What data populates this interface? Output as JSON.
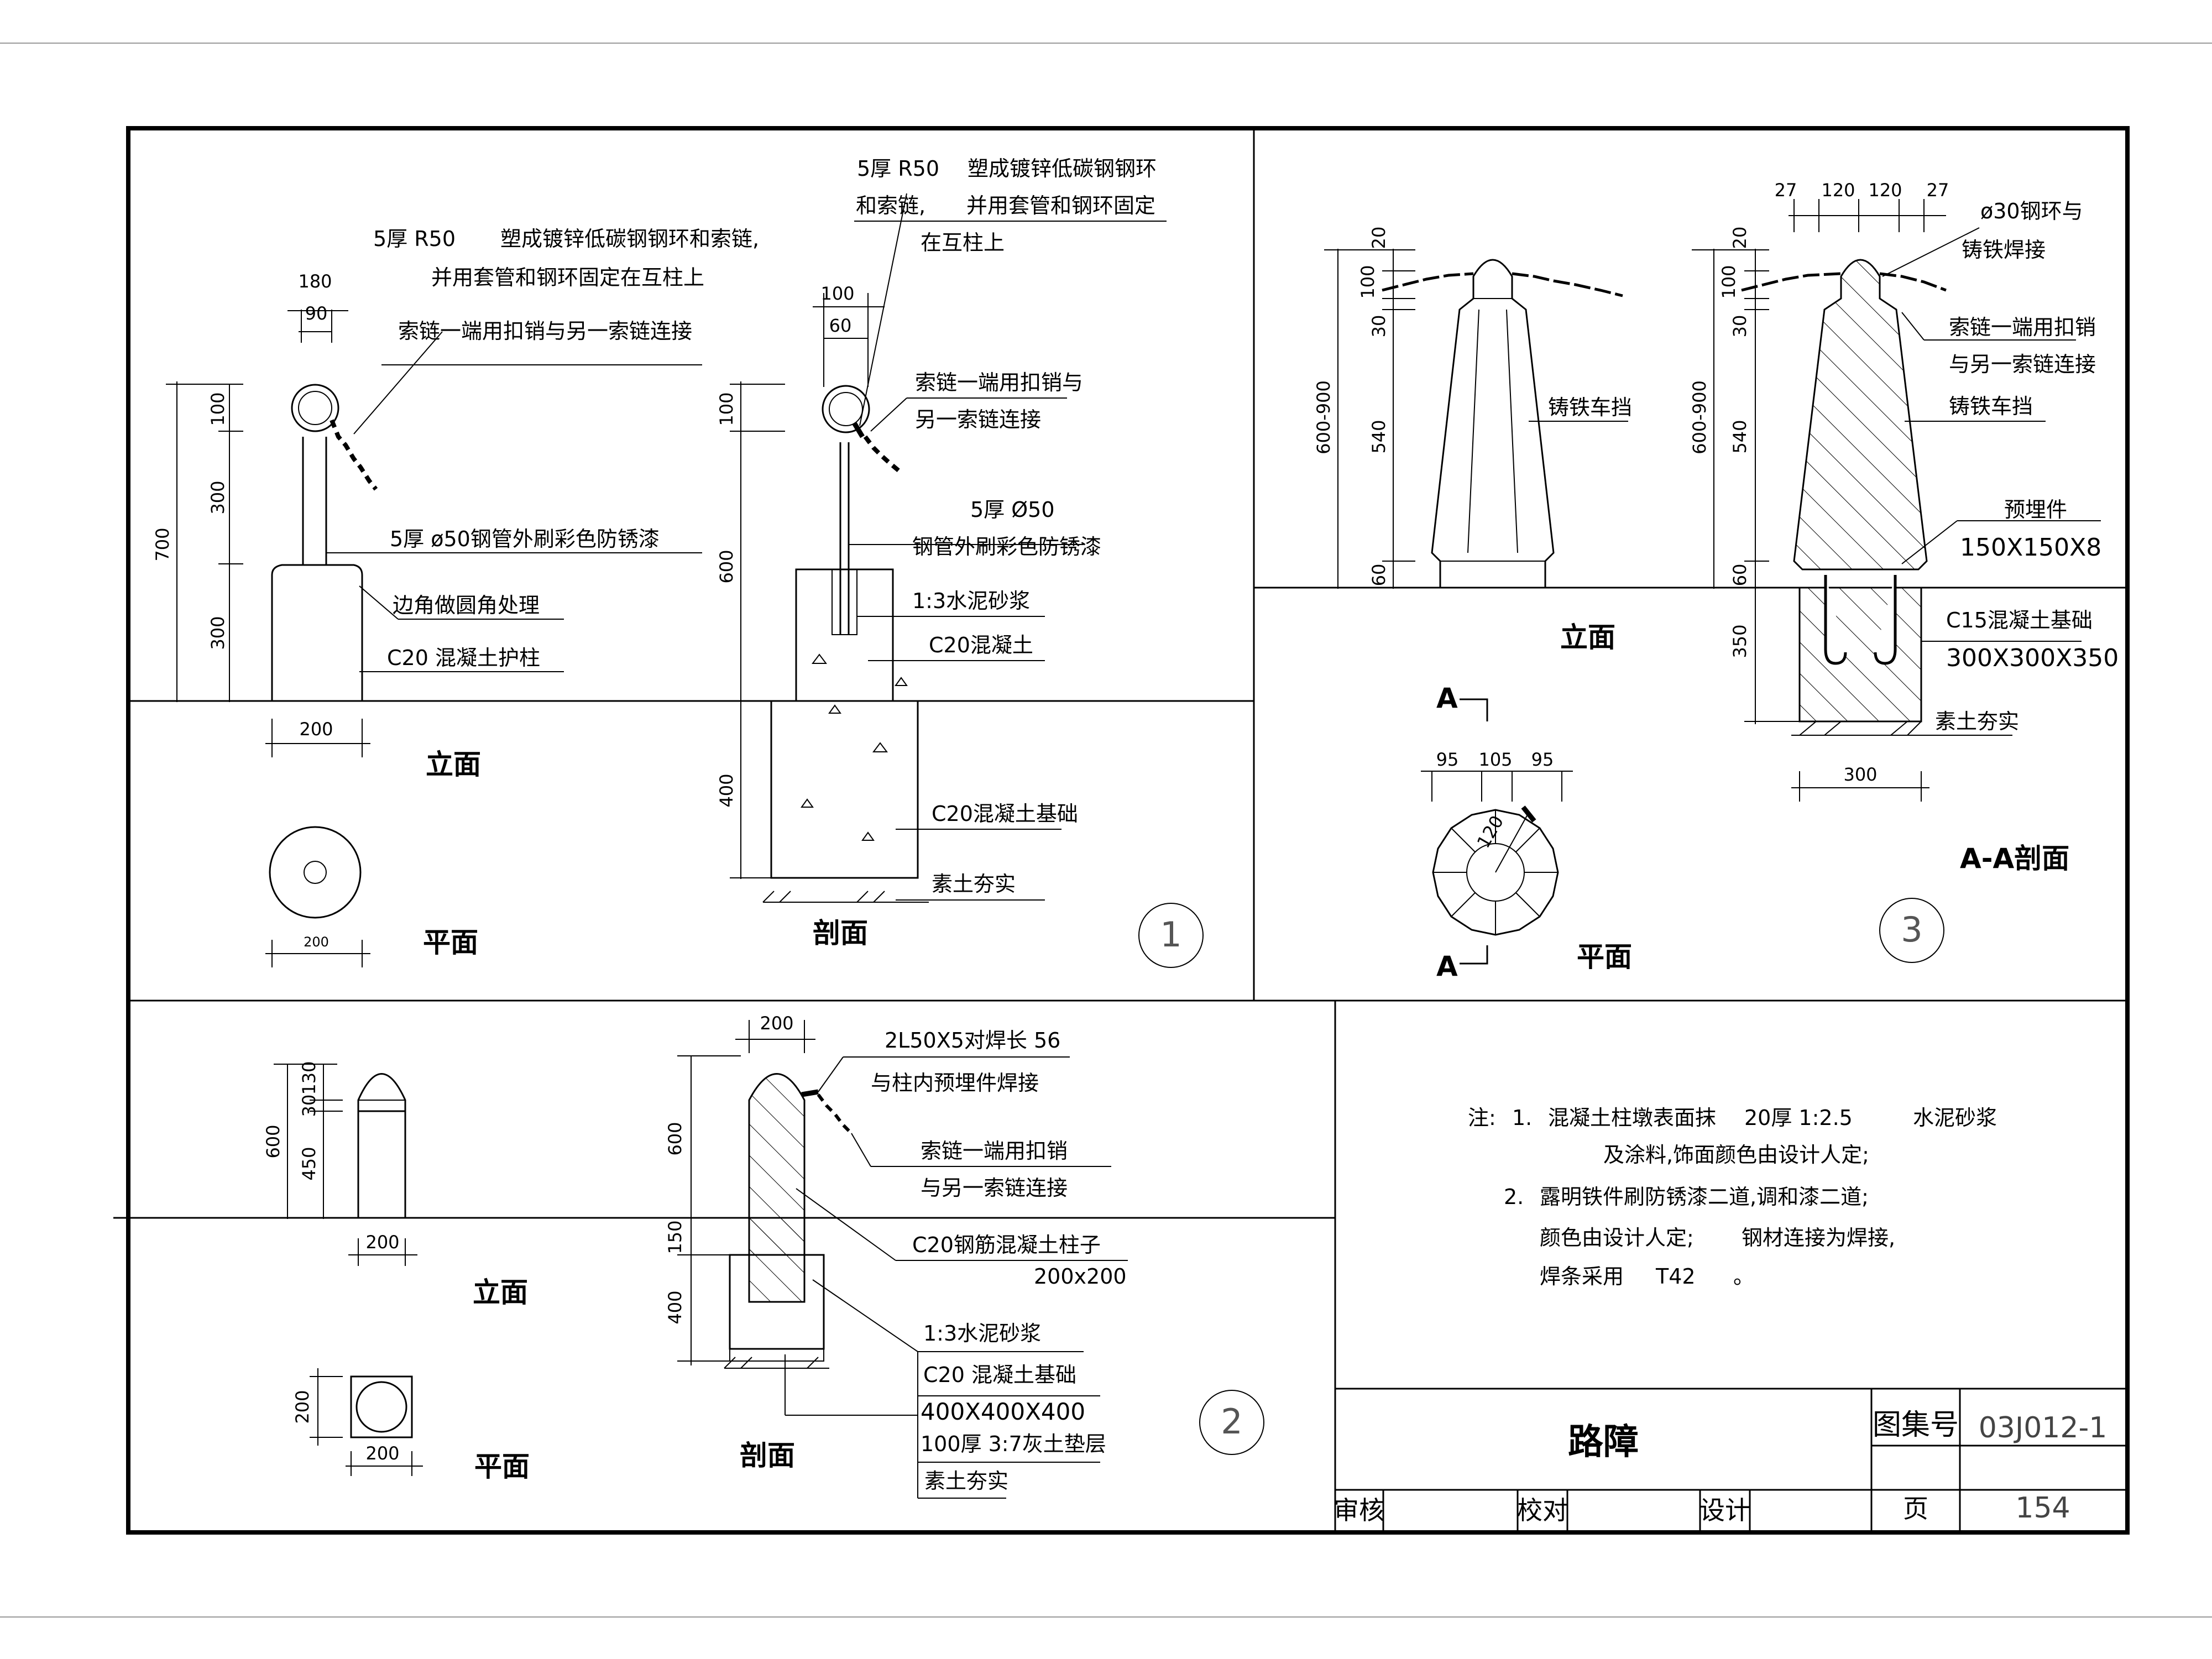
{
  "sheet": {
    "title": "路障",
    "atlas_label": "图集号",
    "atlas_no": "03J012-1",
    "page_label": "页",
    "page_no": "154",
    "review_label": "审核",
    "check_label": "校对",
    "design_label": "设计"
  },
  "notes": {
    "prefix": "注:",
    "n1": "1.",
    "line1": "混凝土柱墩表面抹",
    "line1b": "20厚 1:2.5",
    "line1c": "水泥砂浆",
    "line2": "及涂料,饰面颜色由设计人定;",
    "n2": "2.",
    "line3": "露明铁件刷防锈漆二道,调和漆二道;",
    "line4a": "颜色由设计人定;",
    "line4b": "钢材连接为焊接,",
    "line5a": "焊条采用",
    "line5b": "T42",
    "line5c": "。"
  },
  "d1": {
    "number": "1",
    "elev_label": "立面",
    "plan_label": "平面",
    "sect_label": "剖面",
    "e_n1a": "5厚 R50",
    "e_n1b": "塑成镀锌低碳钢钢环和索链,",
    "e_n1c": "并用套管和钢环固定在互柱上",
    "e_n2": "索链一端用扣销与另一索链连接",
    "e_n3": "5厚 ø50钢管外刷彩色防锈漆",
    "e_n4": "边角做圆角处理",
    "e_n5": "C20 混凝土护柱",
    "e_d180": "180",
    "e_d90": "90",
    "e_d100": "100",
    "e_d300a": "300",
    "e_d300b": "300",
    "e_d700": "700",
    "e_d200": "200",
    "p_d200": "200",
    "s_n1a": "5厚 R50",
    "s_n1b": "塑成镀锌低碳钢钢环",
    "s_n1c": "和索链,",
    "s_n1d": "并用套管和钢环固定",
    "s_n1e": "在互柱上",
    "s_n2a": "索链一端用扣销与",
    "s_n2b": "另一索链连接",
    "s_n3a": "5厚 Ø50",
    "s_n3b": "钢管外刷彩色防锈漆",
    "s_n4": "1:3水泥砂浆",
    "s_n5": "C20混凝土",
    "s_n6": "C20混凝土基础",
    "s_n7": "素土夯实",
    "s_d100": "100",
    "s_d60": "60",
    "s_d100b": "100",
    "s_d600": "600",
    "s_d400": "400"
  },
  "d2": {
    "number": "2",
    "elev_label": "立面",
    "plan_label": "平面",
    "sect_label": "剖面",
    "e_d130": "130",
    "e_d30": "30",
    "e_d450": "450",
    "e_d600": "600",
    "e_d200": "200",
    "p_d200a": "200",
    "p_d200b": "200",
    "s_d200": "200",
    "s_d600": "600",
    "s_d150": "150",
    "s_d400": "400",
    "s_n1a": "2L50X5对焊长",
    "s_n1b": "56",
    "s_n1c": "与柱内预埋件焊接",
    "s_n2a": "索链一端用扣销",
    "s_n2b": "与另一索链连接",
    "s_n3a": "C20钢筋混凝土柱子",
    "s_n3b": "200x200",
    "s_n4": "1:3水泥砂浆",
    "s_n5a": "C20 混凝土基础",
    "s_n5b": "400X400X400",
    "s_n6": "100厚 3:7灰土垫层",
    "s_n7": "素土夯实"
  },
  "d3": {
    "number": "3",
    "elev_label": "立面",
    "plan_label": "平面",
    "sect_label": "A-A剖面",
    "e_d20": "20",
    "e_d100": "100",
    "e_d30": "30",
    "e_d540": "540",
    "e_d60": "60",
    "e_d600900": "600-900",
    "e_n1": "铸铁车挡",
    "p_d95a": "95",
    "p_d105": "105",
    "p_d95b": "95",
    "p_d120": "120",
    "p_A1": "A",
    "p_A2": "A",
    "s_d27a": "27",
    "s_d120a": "120",
    "s_d120b": "120",
    "s_d27b": "27",
    "s_d20": "20",
    "s_d100": "100",
    "s_d30": "30",
    "s_d540": "540",
    "s_d60": "60",
    "s_d350": "350",
    "s_d600900": "600-900",
    "s_d300": "300",
    "s_n1a": "ø30钢环与",
    "s_n1b": "铸铁焊接",
    "s_n2a": "索链一端用扣销",
    "s_n2b": "与另一索链连接",
    "s_n3": "铸铁车挡",
    "s_n4a": "预埋件",
    "s_n4b": "150X150X8",
    "s_n5a": "C15混凝土基础",
    "s_n5b": "300X300X350",
    "s_n6": "素土夯实"
  }
}
